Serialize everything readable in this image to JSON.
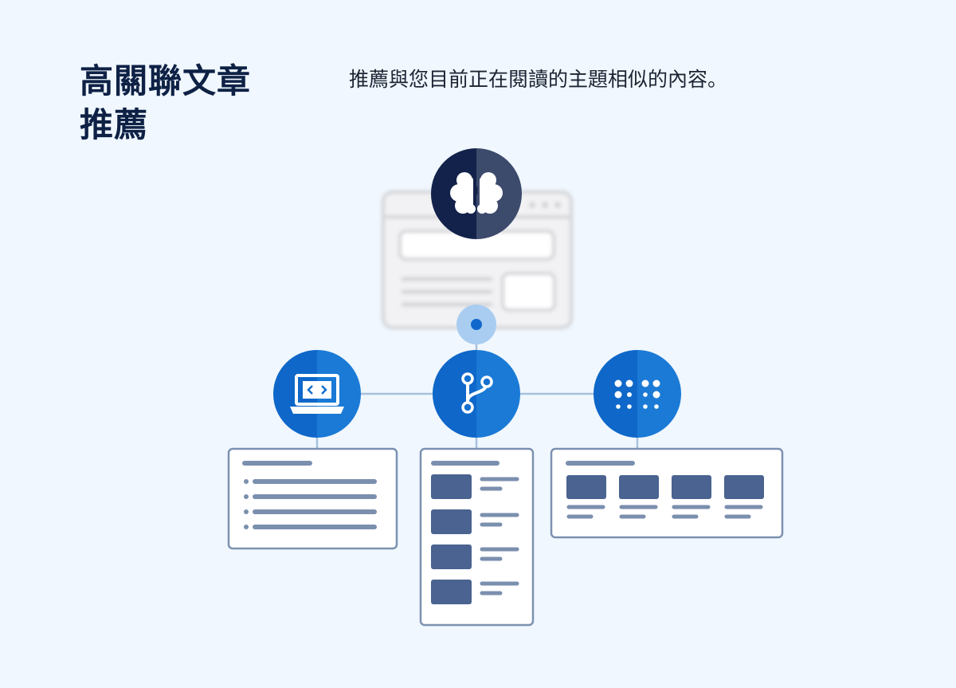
{
  "heading": {
    "title_line1": "高關聯文章",
    "title_line2": "推薦",
    "description": "推薦與您目前正在閱讀的主題相似的內容。"
  },
  "diagram": {
    "center_node": "brain-icon",
    "child_nodes": [
      {
        "icon": "laptop-code-icon",
        "card": "list-card"
      },
      {
        "icon": "git-branch-icon",
        "card": "thumbnail-list-card"
      },
      {
        "icon": "dot-grid-icon",
        "card": "thumbnail-grid-card"
      }
    ]
  },
  "colors": {
    "background": "#f0f7fe",
    "title": "#0e2145",
    "brain_circle": "#13224a",
    "node_blue": "#1370d0",
    "card_border": "#7c91b1",
    "placeholder_bar": "#7b8fae",
    "placeholder_block": "#4a6390"
  }
}
